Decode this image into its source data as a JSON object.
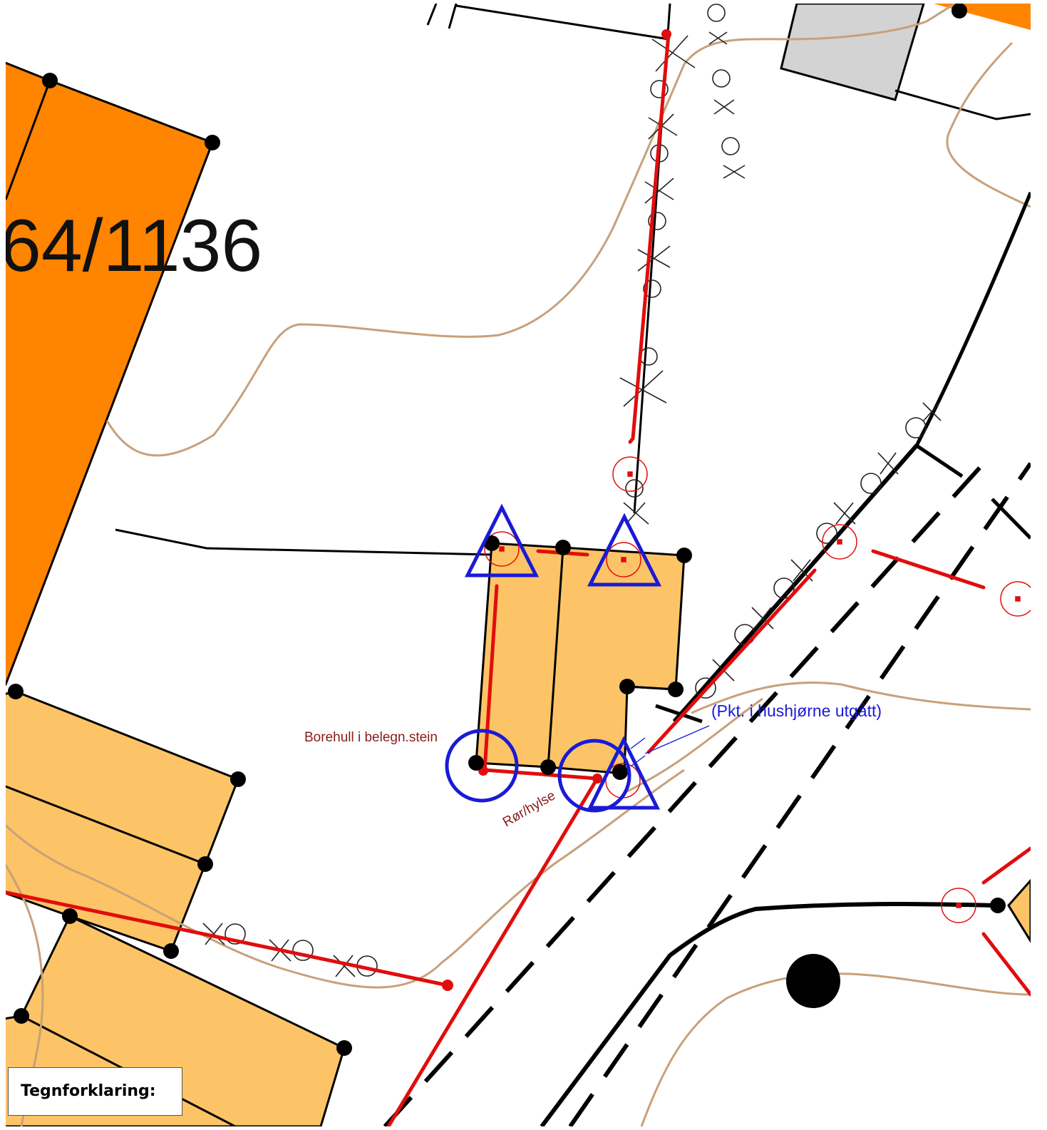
{
  "parcel": {
    "label": "64/1136"
  },
  "annotations": {
    "borehole": "Borehull i belegn.stein",
    "pipe": "Rør/hylse",
    "corner_note": "(Pkt. i hushjørne utgått)"
  },
  "legend": {
    "title": "Tegnforklaring:"
  },
  "colors": {
    "parcel_orange": "#ff8400",
    "building_light_orange": "#fcc466",
    "building_grey": "#d3d3d3",
    "contour_brown": "#c8a07a",
    "utility_red": "#e10d0d",
    "marker_blue": "#1a1ad6",
    "boundary_black": "#000000"
  },
  "icons": [
    "triangle-marker-icon",
    "circle-marker-icon",
    "tree-symbol-icon",
    "survey-point-icon",
    "manhole-icon"
  ]
}
